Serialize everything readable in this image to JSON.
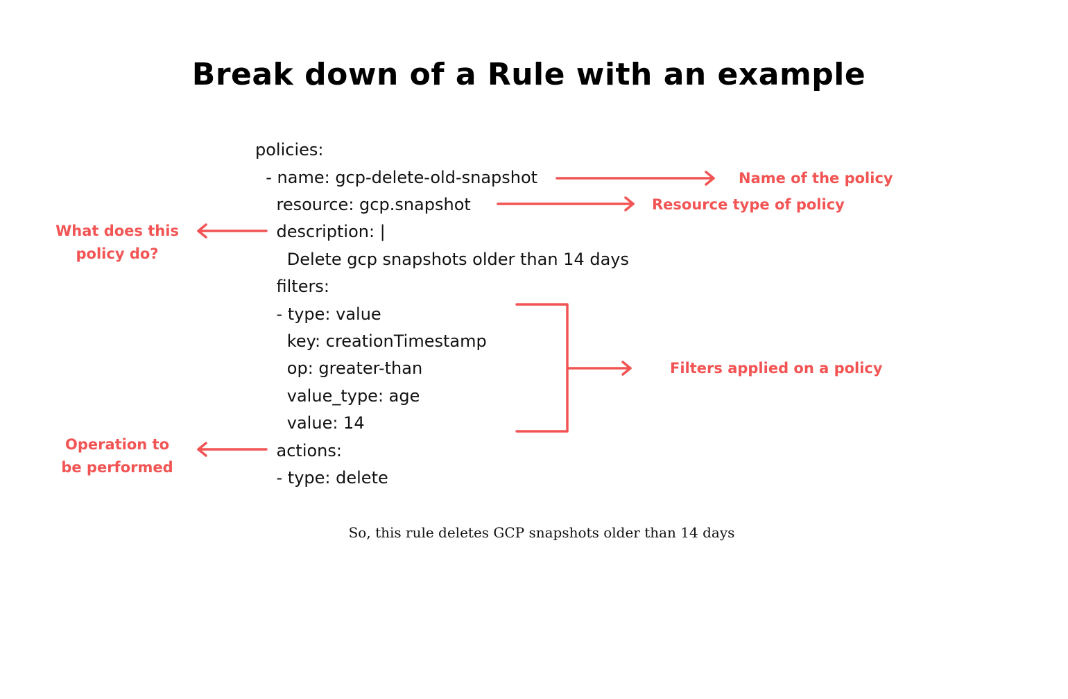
{
  "title": "Break down of a Rule with an example",
  "code": [
    "policies:",
    "  - name: gcp-delete-old-snapshot",
    "    resource: gcp.snapshot",
    "    description: |",
    "      Delete gcp snapshots older than 14 days",
    "    filters:",
    "    - type: value",
    "      key: creationTimestamp",
    "      op: greater-than",
    "      value_type: age",
    "      value: 14",
    "    actions:",
    "    - type: delete"
  ],
  "annotations": {
    "name": "Name of the policy",
    "resource": "Resource type of policy",
    "description_line1": "What does this",
    "description_line2": "policy do?",
    "filters": "Filters applied on a policy",
    "actions_line1": "Operation to",
    "actions_line2": "be performed"
  },
  "summary": "So, this rule deletes GCP snapshots older than 14 days",
  "colors": {
    "accent": "#f25454",
    "text": "#111111"
  }
}
